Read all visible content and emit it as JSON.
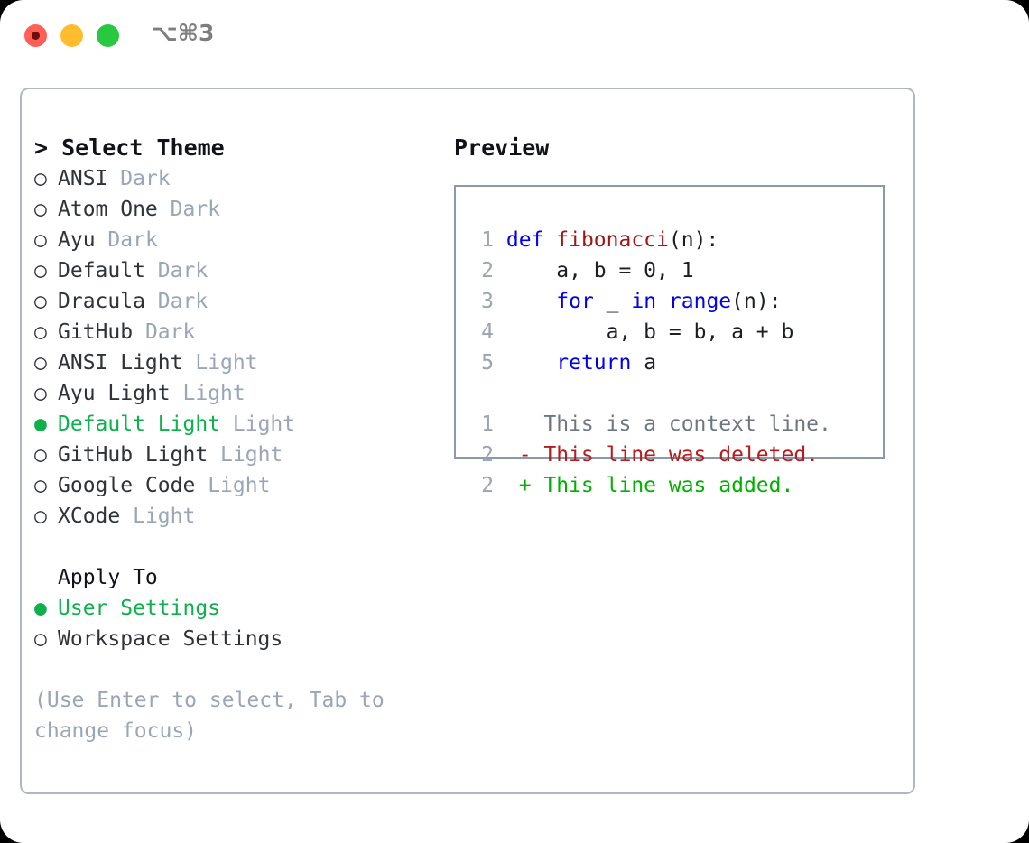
{
  "window": {
    "title": "⌥⌘3",
    "traffic_lights": [
      {
        "name": "close",
        "color": "#ff5f57"
      },
      {
        "name": "minimize",
        "color": "#ffbd2e"
      },
      {
        "name": "maximize",
        "color": "#28c840"
      }
    ]
  },
  "colors": {
    "selected_green": "#0db14b",
    "tag_gray": "#9aa5b8",
    "panel_border": "#aeb8c4",
    "preview_border": "#8a99ad",
    "keyword_blue": "#0000ee",
    "function_red": "#a01515",
    "diff_deleted": "#b71c1c",
    "diff_added": "#00b000",
    "line_number": "#9aa5b1"
  },
  "theme_picker": {
    "heading": "> Select Theme",
    "bullet_selected": "●",
    "bullet_unselected": "○",
    "items": [
      {
        "label": "ANSI",
        "tag": "Dark",
        "selected": false
      },
      {
        "label": "Atom One",
        "tag": "Dark",
        "selected": false
      },
      {
        "label": "Ayu",
        "tag": "Dark",
        "selected": false
      },
      {
        "label": "Default",
        "tag": "Dark",
        "selected": false
      },
      {
        "label": "Dracula",
        "tag": "Dark",
        "selected": false
      },
      {
        "label": "GitHub",
        "tag": "Dark",
        "selected": false
      },
      {
        "label": "ANSI Light",
        "tag": "Light",
        "selected": false
      },
      {
        "label": "Ayu Light",
        "tag": "Light",
        "selected": false
      },
      {
        "label": "Default Light",
        "tag": "Light",
        "selected": true
      },
      {
        "label": "GitHub Light",
        "tag": "Light",
        "selected": false
      },
      {
        "label": "Google Code",
        "tag": "Light",
        "selected": false
      },
      {
        "label": "XCode",
        "tag": "Light",
        "selected": false
      }
    ]
  },
  "apply_to": {
    "heading": "Apply To",
    "items": [
      {
        "label": "User Settings",
        "selected": true
      },
      {
        "label": "Workspace Settings",
        "selected": false
      }
    ]
  },
  "hint": "(Use Enter to select, Tab to change focus)",
  "preview": {
    "title": "Preview",
    "code_lines": [
      {
        "no": "1",
        "segments": [
          {
            "t": "def ",
            "c": "kw"
          },
          {
            "t": "fibonacci",
            "c": "fn"
          },
          {
            "t": "(n):",
            "c": ""
          }
        ]
      },
      {
        "no": "2",
        "segments": [
          {
            "t": "    a, b = 0, 1",
            "c": ""
          }
        ]
      },
      {
        "no": "3",
        "segments": [
          {
            "t": "    ",
            "c": ""
          },
          {
            "t": "for",
            "c": "kw"
          },
          {
            "t": " _ ",
            "c": ""
          },
          {
            "t": "in",
            "c": "kw"
          },
          {
            "t": " ",
            "c": ""
          },
          {
            "t": "range",
            "c": "kw"
          },
          {
            "t": "(n):",
            "c": ""
          }
        ]
      },
      {
        "no": "4",
        "segments": [
          {
            "t": "        a, b = b, a + b",
            "c": ""
          }
        ]
      },
      {
        "no": "5",
        "segments": [
          {
            "t": "    ",
            "c": ""
          },
          {
            "t": "return",
            "c": "kw"
          },
          {
            "t": " a",
            "c": ""
          }
        ]
      }
    ],
    "diff_lines": [
      {
        "no": "1",
        "marker": "  ",
        "text": "This is a context line.",
        "kind": "ctx"
      },
      {
        "no": "2",
        "marker": "- ",
        "text": "This line was deleted.",
        "kind": "del"
      },
      {
        "no": "2",
        "marker": "+ ",
        "text": "This line was added.",
        "kind": "add"
      }
    ]
  }
}
